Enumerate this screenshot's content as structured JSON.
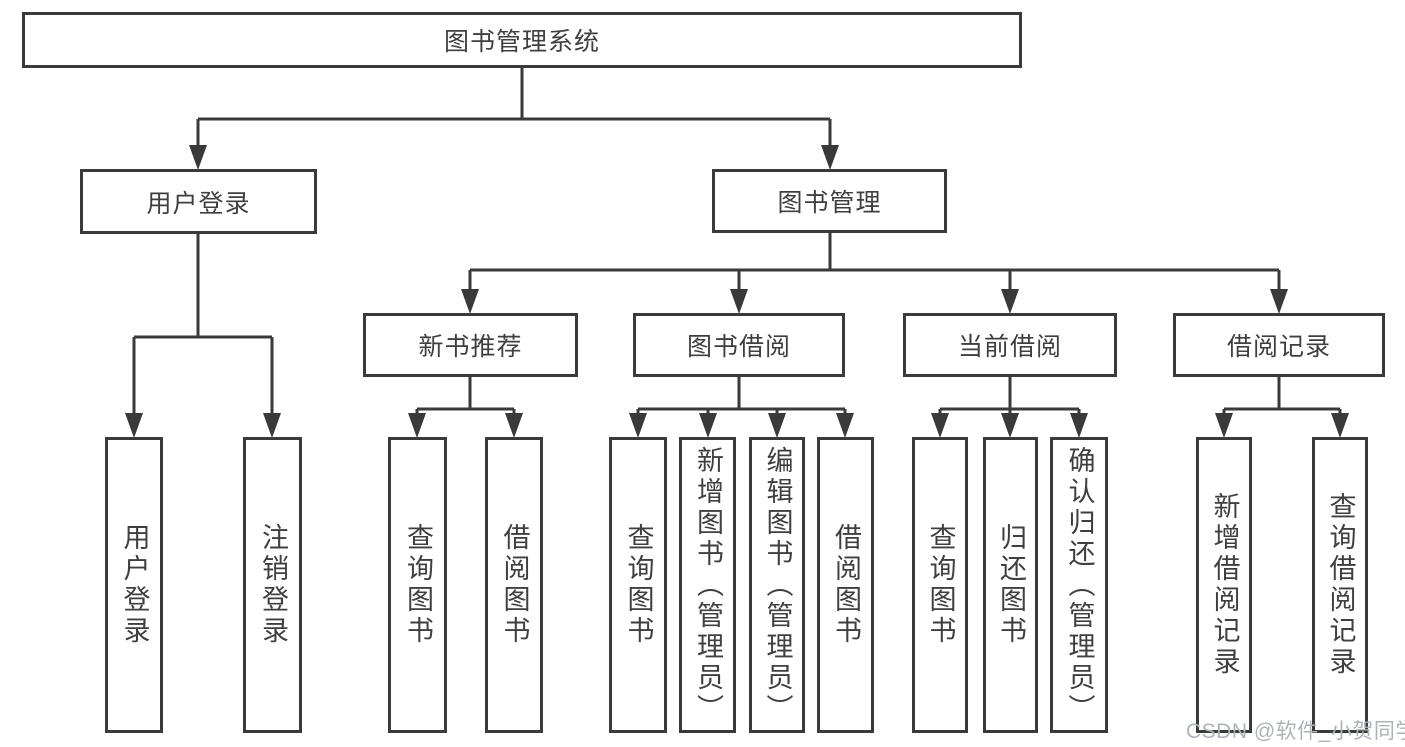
{
  "colors": {
    "line": "#3a3a3a",
    "box-border": "#3a3a3a",
    "text": "#3f3f3f",
    "watermark": "#aeb3ba",
    "background": "#ffffff"
  },
  "tree": {
    "root": {
      "label": "图书管理系统"
    },
    "branches": [
      {
        "label": "用户登录",
        "children": [
          {
            "label": "用户登录"
          },
          {
            "label": "注销登录"
          }
        ]
      },
      {
        "label": "图书管理",
        "children": [
          {
            "label": "新书推荐",
            "children": [
              {
                "label": "查询图书"
              },
              {
                "label": "借阅图书"
              }
            ]
          },
          {
            "label": "图书借阅",
            "children": [
              {
                "label": "查询图书"
              },
              {
                "label": "新增图书（管理员）"
              },
              {
                "label": "编辑图书（管理员）"
              },
              {
                "label": "借阅图书"
              }
            ]
          },
          {
            "label": "当前借阅",
            "children": [
              {
                "label": "查询图书"
              },
              {
                "label": "归还图书"
              },
              {
                "label": "确认归还（管理员）"
              }
            ]
          },
          {
            "label": "借阅记录",
            "children": [
              {
                "label": "新增借阅记录"
              },
              {
                "label": "查询借阅记录"
              }
            ]
          }
        ]
      }
    ]
  },
  "watermark": "CSDN @软件_小贺同学"
}
